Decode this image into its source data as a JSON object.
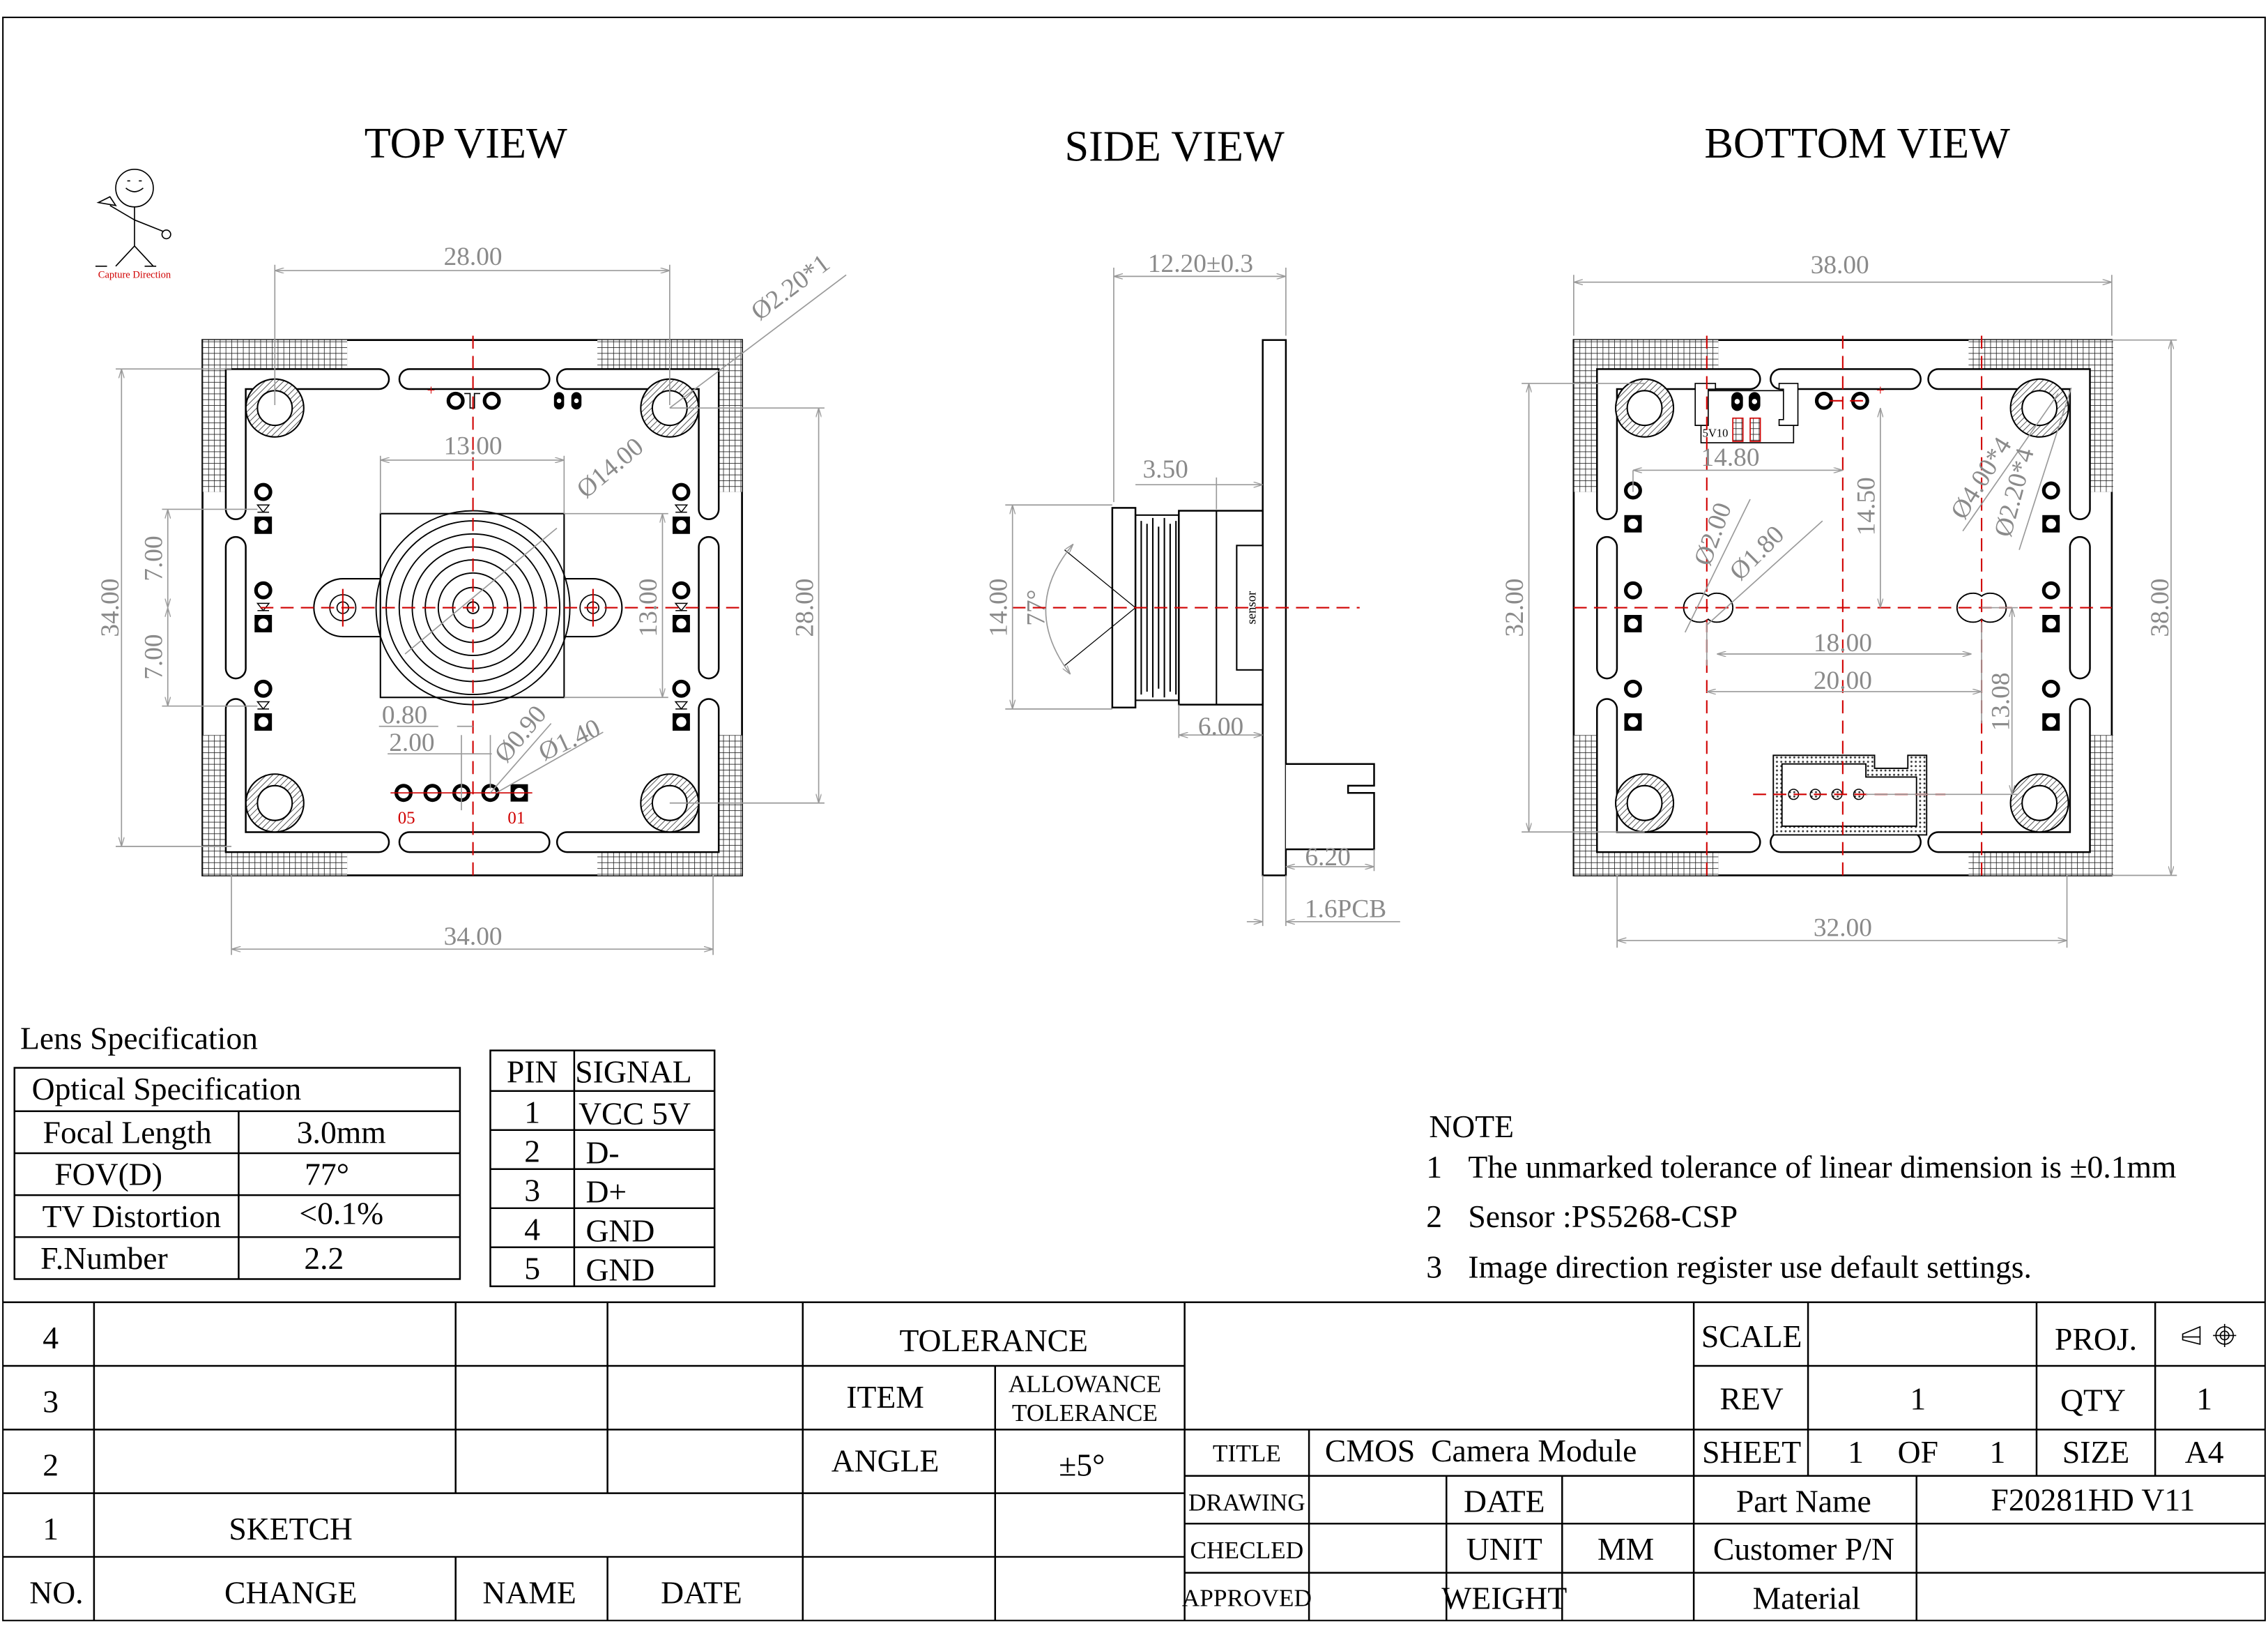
{
  "views": {
    "top": "TOP VIEW",
    "side": "SIDE VIEW",
    "bottom": "BOTTOM VIEW"
  },
  "logo_caption": "Capture Direction",
  "top_view": {
    "dim_top": "28.00",
    "dim_hole": "Ø2.20*1",
    "dim_lens_width": "13.00",
    "dim_lens_dia": "Ø14.00",
    "dim_left": "34.00",
    "dim_pitch_upper": "7.00",
    "dim_pitch_lower": "7.00",
    "dim_lens_height": "13.00",
    "dim_right": "28.00",
    "dim_pad_gap": "0.80",
    "dim_pad_pitch": "2.00",
    "dim_drill": "Ø0.90",
    "dim_pad": "Ø1.40",
    "dim_bottom": "34.00",
    "pin_first": "05",
    "pin_last": "01",
    "plus_mark": "+"
  },
  "side_view": {
    "dim_length": "12.20±0.3",
    "dim_holder": "3.50",
    "dim_height": "14.00",
    "fov_angle": "77°",
    "sensor_label": "sensor",
    "dim_base": "6.00",
    "dim_connector": "6.20",
    "dim_pcb": "1.6PCB"
  },
  "bottom_view": {
    "dim_top": "38.00",
    "dim_conn_offset": "14.80",
    "dim_vertical_offset": "14.50",
    "dim_slot_outer": "Ø2.00",
    "dim_slot_inner": "Ø1.80",
    "dim_mount_outer": "Ø4.00*4",
    "dim_mount_inner": "Ø2.20*4",
    "dim_slot_inner_span": "18.00",
    "dim_slot_outer_span": "20.00",
    "dim_lower_offset": "13.08",
    "dim_left": "32.00",
    "dim_right": "38.00",
    "dim_bottom": "32.00",
    "connector_label": "5V10",
    "plus_mark": "+"
  },
  "lens_spec": {
    "title": "Lens Specification",
    "header": "Optical Specification",
    "rows": [
      {
        "label": "Focal Length",
        "value": "3.0mm"
      },
      {
        "label": "FOV(D)",
        "value": "77°"
      },
      {
        "label": "TV Distortion",
        "value": "<0.1%"
      },
      {
        "label": "F.Number",
        "value": "2.2"
      }
    ]
  },
  "pin_table": {
    "headers": [
      "PIN",
      "SIGNAL"
    ],
    "rows": [
      {
        "pin": "1",
        "signal": "VCC 5V"
      },
      {
        "pin": "2",
        "signal": "D-"
      },
      {
        "pin": "3",
        "signal": "D+"
      },
      {
        "pin": "4",
        "signal": "GND"
      },
      {
        "pin": "5",
        "signal": "GND"
      }
    ]
  },
  "notes": {
    "title": "NOTE",
    "items": [
      {
        "num": "1",
        "text": "The unmarked tolerance of linear dimension is ±0.1mm"
      },
      {
        "num": "2",
        "text": "Sensor :PS5268-CSP"
      },
      {
        "num": "3",
        "text": "Image direction register use default settings."
      }
    ]
  },
  "revision_block": {
    "row_numbers": [
      "4",
      "3",
      "2",
      "1"
    ],
    "sketch": "SKETCH",
    "headers": {
      "no": "NO.",
      "change": "CHANGE",
      "name": "NAME",
      "date": "DATE"
    }
  },
  "tolerance": {
    "title": "TOLERANCE",
    "item_header": "ITEM",
    "allowance_header_1": "ALLOWANCE",
    "allowance_header_2": "TOLERANCE",
    "item": "ANGLE",
    "value": "±5°"
  },
  "title_block": {
    "title_label": "TITLE",
    "title_value": "CMOS  Camera Module",
    "drawing_label": "DRAWING",
    "checked_label": "CHECLED",
    "approved_label": "APPROVED",
    "date_label": "DATE",
    "unit_label": "UNIT",
    "unit_value": "MM",
    "weight_label": "WEIGHT",
    "scale_label": "SCALE",
    "rev_label": "REV",
    "rev_value": "1",
    "sheet_label": "SHEET",
    "sheet_value": "1",
    "sheet_of": "OF",
    "sheet_total": "1",
    "proj_label": "PROJ.",
    "qty_label": "QTY",
    "qty_value": "1",
    "size_label": "SIZE",
    "size_value": "A4",
    "part_name_label": "Part Name",
    "part_name_value": "F20281HD V11",
    "customer_pn_label": "Customer P/N",
    "material_label": "Material"
  },
  "colors": {
    "centerline": "#d00000",
    "dimension": "#8a8a8a",
    "outline": "#000000"
  }
}
